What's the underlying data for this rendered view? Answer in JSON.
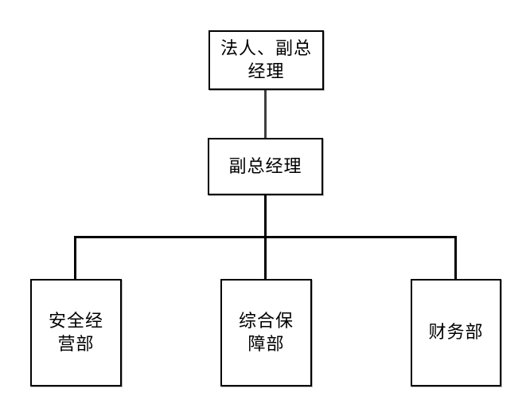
{
  "diagram": {
    "type": "org-chart",
    "background_color": "#ffffff",
    "box_border_color": "#000000",
    "connector_color": "#000000",
    "nodes": {
      "top": {
        "label": "法人、副总\n经理"
      },
      "middle": {
        "label": "副总经理"
      },
      "bottom_left": {
        "label": "安全经\n营部"
      },
      "bottom_middle": {
        "label": "综合保\n障部"
      },
      "bottom_right": {
        "label": "财务部"
      }
    },
    "edges": [
      {
        "from": "top",
        "to": "middle"
      },
      {
        "from": "middle",
        "to": "bottom_left"
      },
      {
        "from": "middle",
        "to": "bottom_middle"
      },
      {
        "from": "middle",
        "to": "bottom_right"
      }
    ]
  }
}
